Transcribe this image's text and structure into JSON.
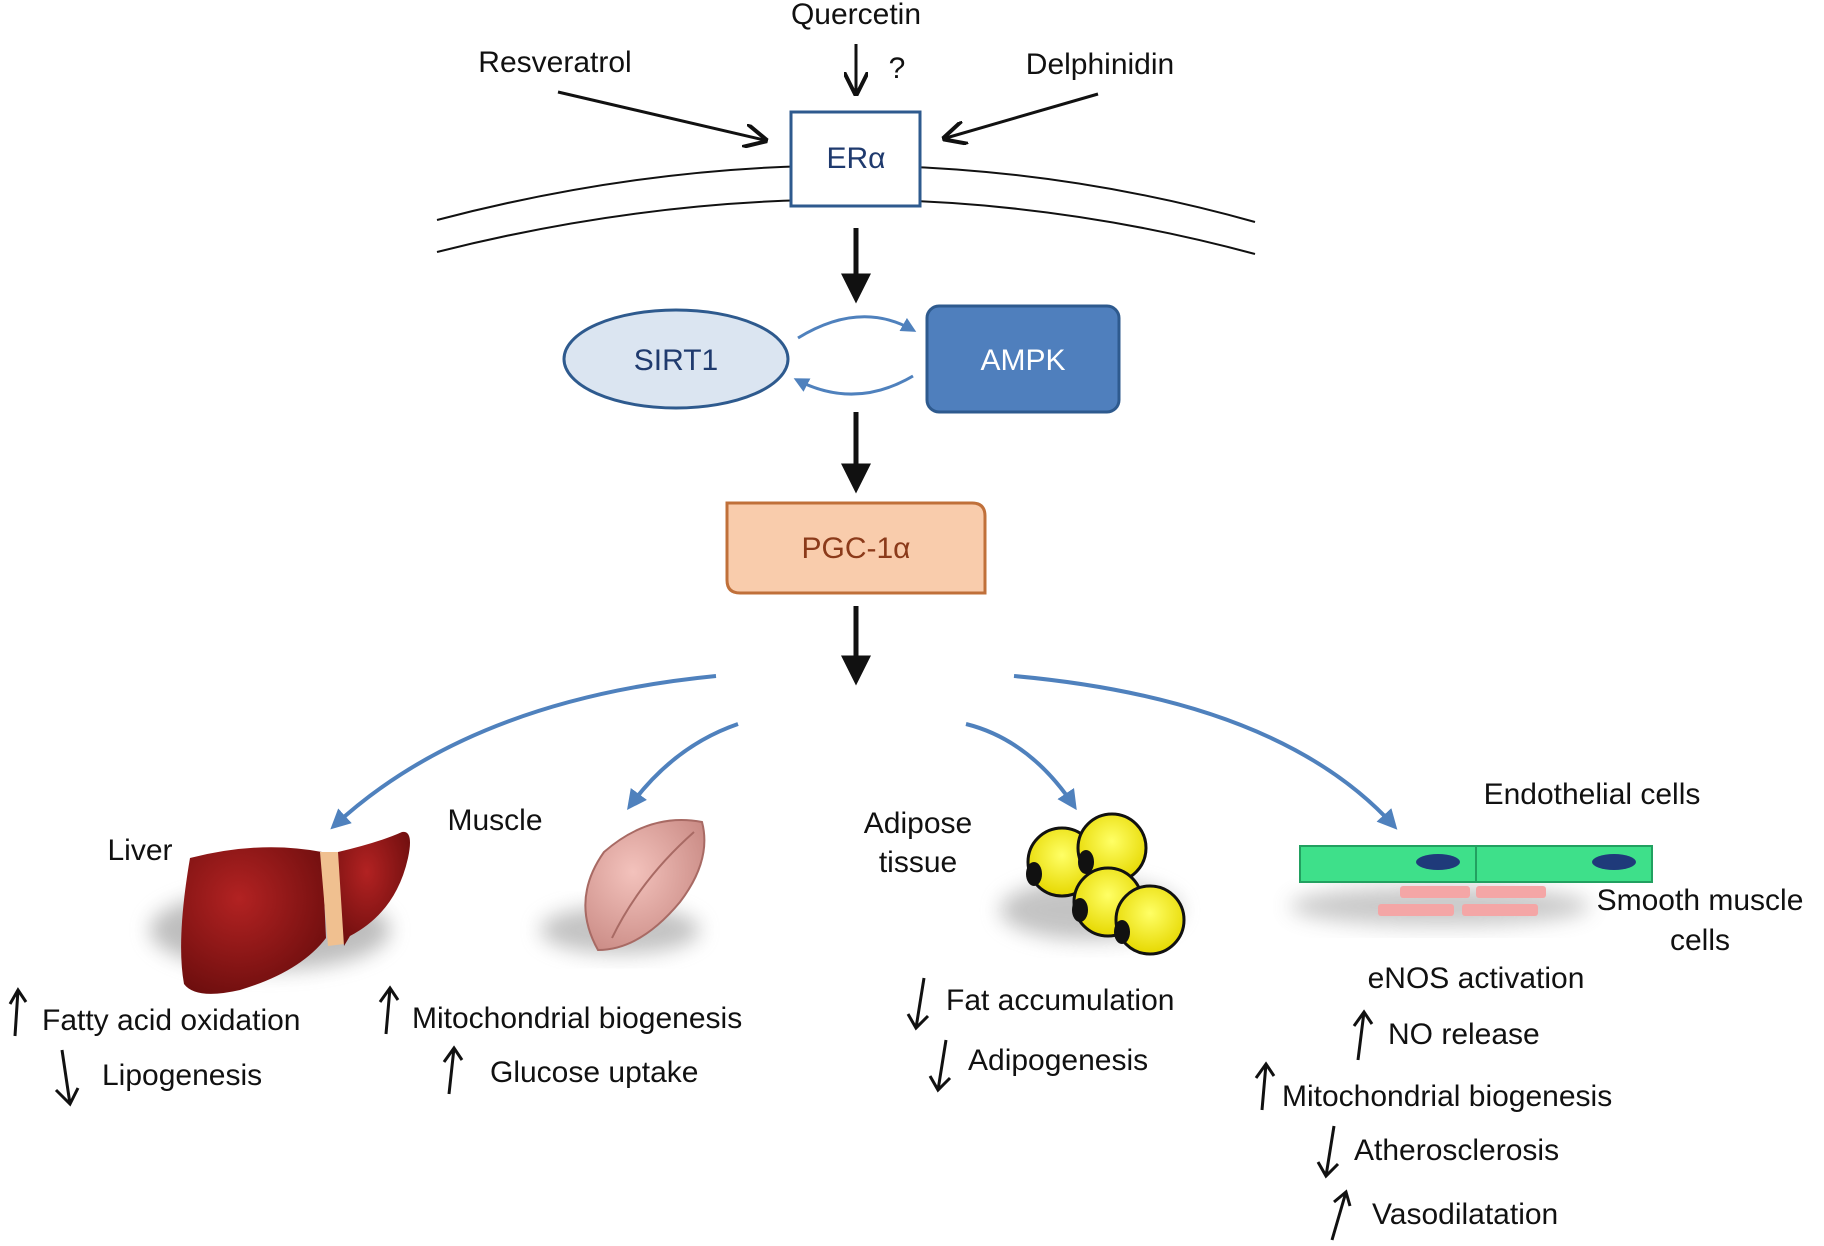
{
  "compounds": {
    "quercetin": "Quercetin",
    "question": "?",
    "resveratrol": "Resveratrol",
    "delphinidin": "Delphinidin"
  },
  "nodes": {
    "era": "ERα",
    "sirt1": "SIRT1",
    "ampk": "AMPK",
    "pgc1a": "PGC-1α"
  },
  "tissues": {
    "liver": "Liver",
    "muscle": "Muscle",
    "adipose_line1": "Adipose",
    "adipose_line2": "tissue",
    "endothelial": "Endothelial cells",
    "smooth_line1": "Smooth muscle",
    "smooth_line2": "cells"
  },
  "effects": {
    "liver": [
      {
        "arrow": "up",
        "text": "Fatty acid oxidation"
      },
      {
        "arrow": "down",
        "text": "Lipogenesis"
      }
    ],
    "muscle": [
      {
        "arrow": "up",
        "text": "Mitochondrial biogenesis"
      },
      {
        "arrow": "up",
        "text": "Glucose uptake"
      }
    ],
    "adipose": [
      {
        "arrow": "down",
        "text": "Fat accumulation"
      },
      {
        "arrow": "down",
        "text": "Adipogenesis"
      }
    ],
    "vascular": [
      {
        "arrow": "none",
        "text": "eNOS activation"
      },
      {
        "arrow": "up",
        "text": "NO release"
      },
      {
        "arrow": "up",
        "text": "Mitochondrial biogenesis"
      },
      {
        "arrow": "down",
        "text": "Atherosclerosis"
      },
      {
        "arrow": "up",
        "text": "Vasodilatation"
      }
    ]
  },
  "colors": {
    "blue_arrow": "#4f81bd",
    "era_text": "#1f3a6e",
    "ampk_fill": "#4f7fbd",
    "sirt1_fill": "#dbe5f1",
    "pgc_fill": "#f9ccac",
    "pgc_text": "#8b3a1a",
    "liver": "#8b1414",
    "endothelial": "#3ee08a",
    "adipocyte": "#ffff00"
  }
}
